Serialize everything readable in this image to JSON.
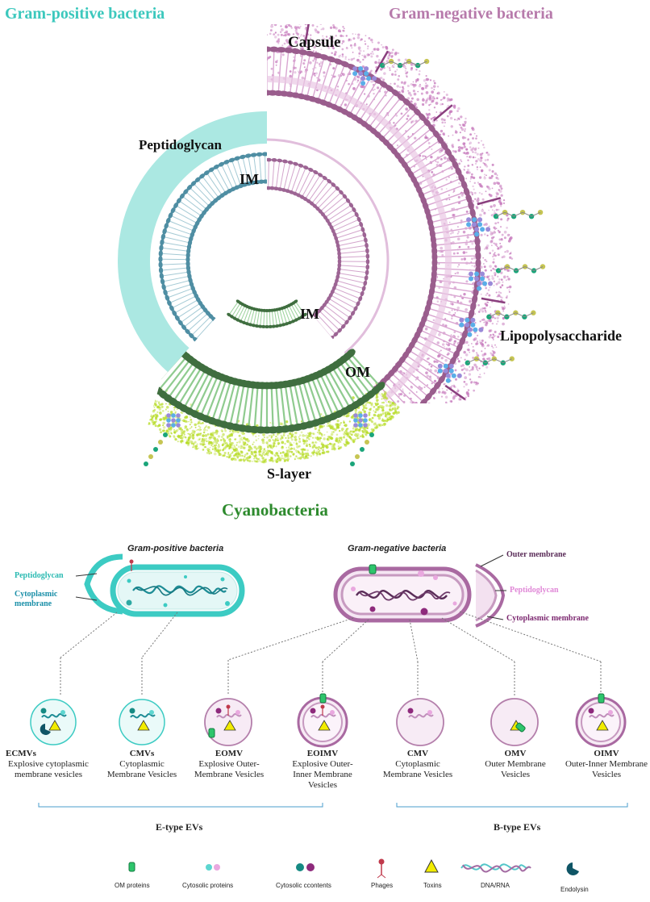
{
  "colors": {
    "gram_positive": "#3cc8bd",
    "gram_positive_dark": "#4f8ea3",
    "gram_negative": "#b06aa4",
    "gram_negative_dark": "#7d4c72",
    "cyano": "#2d8a2d",
    "cyano_dark": "#3f6e3f",
    "slayer": "#b8dc2a",
    "capsule": "#c77bbd",
    "om_protein": "#2ec56c",
    "toxin": "#f2ec00",
    "endolysin": "#0f5566"
  },
  "top": {
    "title_gram_positive": "Gram-positive bacteria",
    "title_gram_negative": "Gram-negative bacteria",
    "title_cyano": "Cyanobacteria",
    "labels": {
      "capsule": "Capsule",
      "peptidoglycan": "Peptidoglycan",
      "im_top": "IM",
      "im_center": "IM",
      "om": "OM",
      "lps": "Lipopolysaccharide",
      "slayer": "S-layer"
    }
  },
  "bottom": {
    "gp": {
      "title": "Gram-positive bacteria",
      "peptidoglycan": "Peptidoglycan",
      "cytoplasmic": "Cytoplasmic membrane"
    },
    "gn": {
      "title": "Gram-negative bacteria",
      "outer": "Outer membrane",
      "peptidoglycan": "Peptidoglycan",
      "cytoplasmic": "Cytoplasmic membrane"
    },
    "vesicles": [
      {
        "abbr": "ECMVs",
        "desc": "Explosive cytoplasmic membrane vesicles"
      },
      {
        "abbr": "CMVs",
        "desc": "Cytoplasmic Membrane Vesicles"
      },
      {
        "abbr": "EOMV",
        "desc": "Explosive Outer-Membrane Vesicles"
      },
      {
        "abbr": "EOIMV",
        "desc": "Explosive Outer-Inner Membrane Vesicles"
      },
      {
        "abbr": "CMV",
        "desc": "Cytoplasmic Membrane Vesicles"
      },
      {
        "abbr": "OMV",
        "desc": "Outer Membrane Vesicles"
      },
      {
        "abbr": "OIMV",
        "desc": "Outer-Inner Membrane Vesicles"
      }
    ],
    "e_type": "E-type EVs",
    "b_type": "B-type EVs",
    "legend": {
      "om_proteins": "OM proteins",
      "cytosolic_proteins": "Cytosolic proteins",
      "cytosolic_contents": "Cytosolic ccontents",
      "phages": "Phages",
      "toxins": "Toxins",
      "dna_rna": "DNA/RNA",
      "endolysin": "Endolysin"
    }
  }
}
